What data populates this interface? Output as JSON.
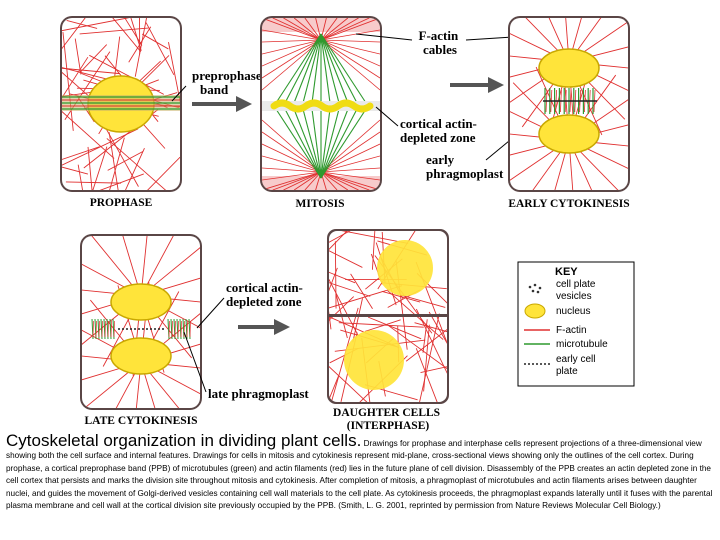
{
  "diagram": {
    "labels": {
      "preprophase_band": [
        "preprophase",
        "band"
      ],
      "f_actin_cables": [
        "F-actin",
        "cables"
      ],
      "cortical_top": [
        "cortical actin-",
        "depleted zone"
      ],
      "early_phragmoplast": [
        "early",
        "phragmoplast"
      ],
      "cortical_bottom": [
        "cortical actin-",
        "depleted zone"
      ],
      "late_phragmoplast": "late phragmoplast"
    },
    "captions": {
      "prophase": "PROPHASE",
      "mitosis": "MITOSIS",
      "early_cytokinesis": "EARLY CYTOKINESIS",
      "late_cytokinesis": "LATE CYTOKINESIS",
      "daughter": [
        "DAUGHTER CELLS",
        "(INTERPHASE)"
      ]
    },
    "key": {
      "title": "KEY",
      "items": [
        {
          "label": [
            "cell plate",
            "vesicles"
          ]
        },
        {
          "label": [
            "nucleus"
          ]
        },
        {
          "label": [
            "F-actin"
          ]
        },
        {
          "label": [
            "microtubule"
          ]
        },
        {
          "label": [
            "early cell",
            "plate"
          ]
        }
      ]
    },
    "colors": {
      "cell_wall": "#4a3a3a",
      "cell_fill": "#ffffff",
      "f_actin": "#e03030",
      "microtubule": "#2f9a2f",
      "nucleus": "#ffe43a",
      "nucleus_edge": "#c9a800"
    }
  },
  "caption": {
    "title": "Cytoskeletal organization in dividing plant cells.",
    "body": "Drawings for prophase and interphase cells represent projections of a three-dimensional view showing both the cell surface and internal features. Drawings for cells in mitosis and cytokinesis represent mid-plane, cross-sectional views showing only the outlines of the cell cortex. During prophase, a cortical preprophase band (PPB) of microtubules (green) and actin filaments (red) lies in the future plane of cell division. Disassembly of the PPB creates an actin depleted zone in the cell cortex that persists and marks the division site throughout mitosis and cytokinesis. After completion of mitosis, a phragmoplast of microtubules and actin filaments arises between daughter nuclei, and guides the movement of Golgi-derived vesicles containing cell wall materials to the cell plate. As cytokinesis proceeds, the phragmoplast expands laterally until it fuses with the parental plasma membrane and cell wall at the cortical division site previously occupied by the PPB. (Smith, L. G. 2001, reprinted by permission from Nature Reviews Molecular Cell Biology.)"
  }
}
